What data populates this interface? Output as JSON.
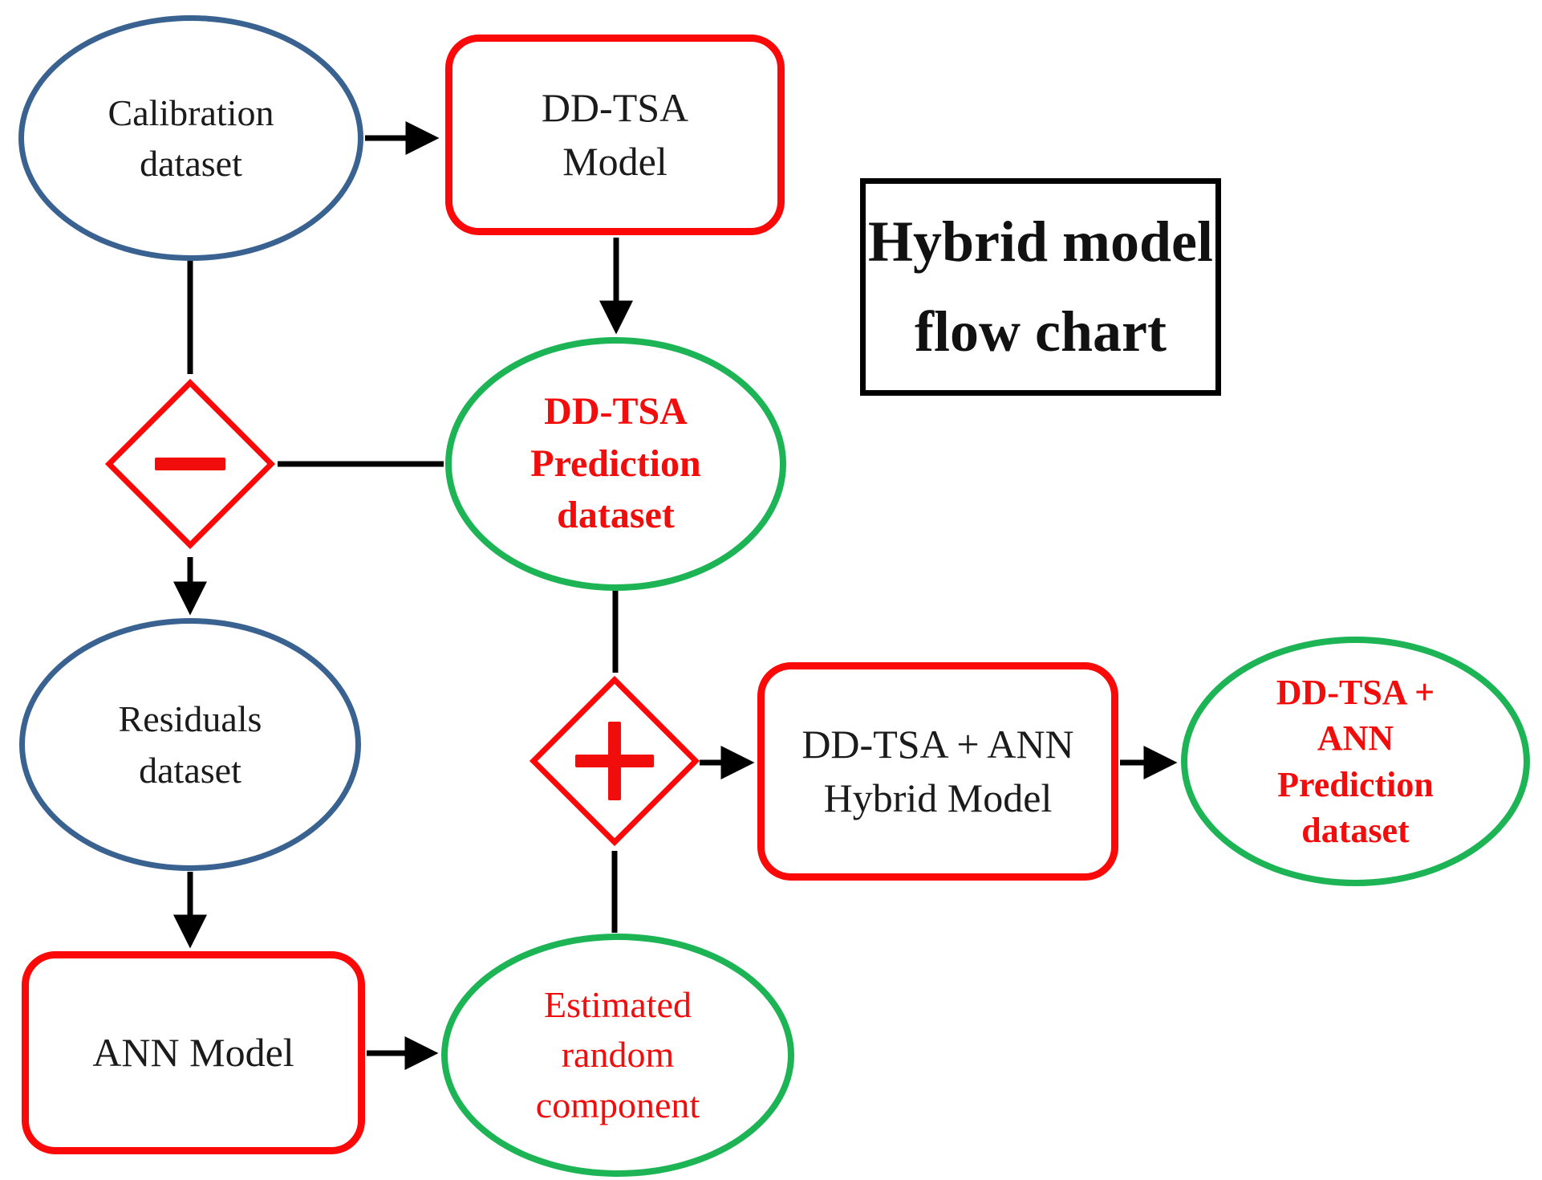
{
  "title": {
    "lines": [
      "Hybrid model",
      "flow chart"
    ]
  },
  "nodes": {
    "calibration_dataset": {
      "type": "ellipse-dataset",
      "lines": [
        "Calibration",
        "dataset"
      ]
    },
    "ddtsa_model": {
      "type": "process",
      "lines": [
        "DD-TSA",
        "Model"
      ]
    },
    "ddtsa_prediction_dataset": {
      "type": "ellipse-output",
      "lines": [
        "DD-TSA",
        "Prediction",
        "dataset"
      ]
    },
    "residuals_dataset": {
      "type": "ellipse-dataset",
      "lines": [
        "Residuals",
        "dataset"
      ]
    },
    "ann_model": {
      "type": "process",
      "lines": [
        "ANN Model"
      ]
    },
    "estimated_random_component": {
      "type": "ellipse-output",
      "lines": [
        "Estimated",
        "random",
        "component"
      ]
    },
    "hybrid_model": {
      "type": "process",
      "lines": [
        "DD-TSA + ANN",
        "Hybrid Model"
      ]
    },
    "ddtsa_ann_prediction_dataset": {
      "type": "ellipse-output",
      "lines": [
        "DD-TSA +",
        "ANN",
        "Prediction",
        "dataset"
      ]
    }
  },
  "operators": {
    "subtract": {
      "icon": "minus-icon",
      "symbol": "−"
    },
    "add": {
      "icon": "plus-icon",
      "symbol": "+"
    }
  },
  "colors": {
    "dataset_outline_blue": "#3A6291",
    "prediction_outline_green": "#1CB454",
    "process_outline_red": "#FB0909",
    "emphasis_text_red": "#F20D0D",
    "connector_black": "#000000"
  }
}
